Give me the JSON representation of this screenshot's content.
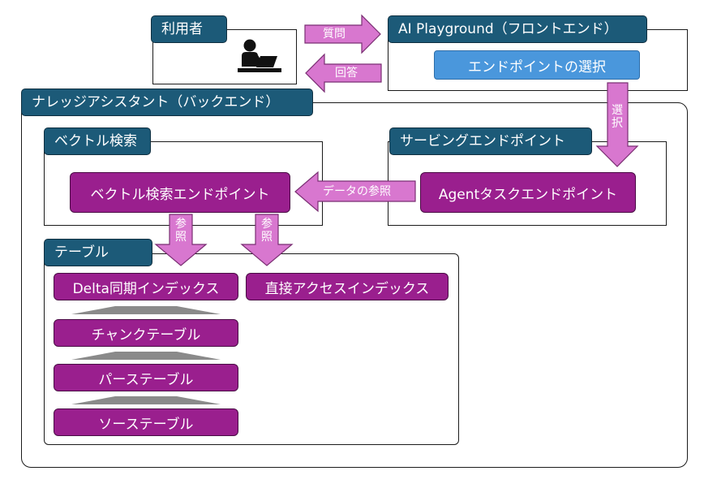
{
  "user": {
    "label": "利用者",
    "icon": "user-at-computer-icon"
  },
  "frontend": {
    "title": "AI Playground（フロントエンド）",
    "select_endpoint": "エンドポイントの選択"
  },
  "arrows": {
    "question": "質問",
    "answer": "回答",
    "select_chars": [
      "選",
      "択"
    ],
    "data_reference": "データの参照",
    "ref_chars": [
      "参",
      "照"
    ]
  },
  "backend": {
    "title": "ナレッジアシスタント（バックエンド）",
    "vector_search": {
      "title": "ベクトル検索",
      "endpoint": "ベクトル検索エンドポイント"
    },
    "serving": {
      "title": "サービングエンドポイント",
      "agent_task": "Agentタスクエンドポイント"
    },
    "tables": {
      "title": "テーブル",
      "delta_index": "Delta同期インデックス",
      "direct_index": "直接アクセスインデックス",
      "chunk": "チャンクテーブル",
      "parse": "パーステーブル",
      "source": "ソーステーブル"
    }
  },
  "colors": {
    "tab": "#1c5a78",
    "purple_box": "#9a1f8e",
    "blue_box": "#4a97dc",
    "arrow_fill": "#d877cf",
    "arrow_stroke": "#7a2f73",
    "flow_gray": "#8a8a8a"
  }
}
